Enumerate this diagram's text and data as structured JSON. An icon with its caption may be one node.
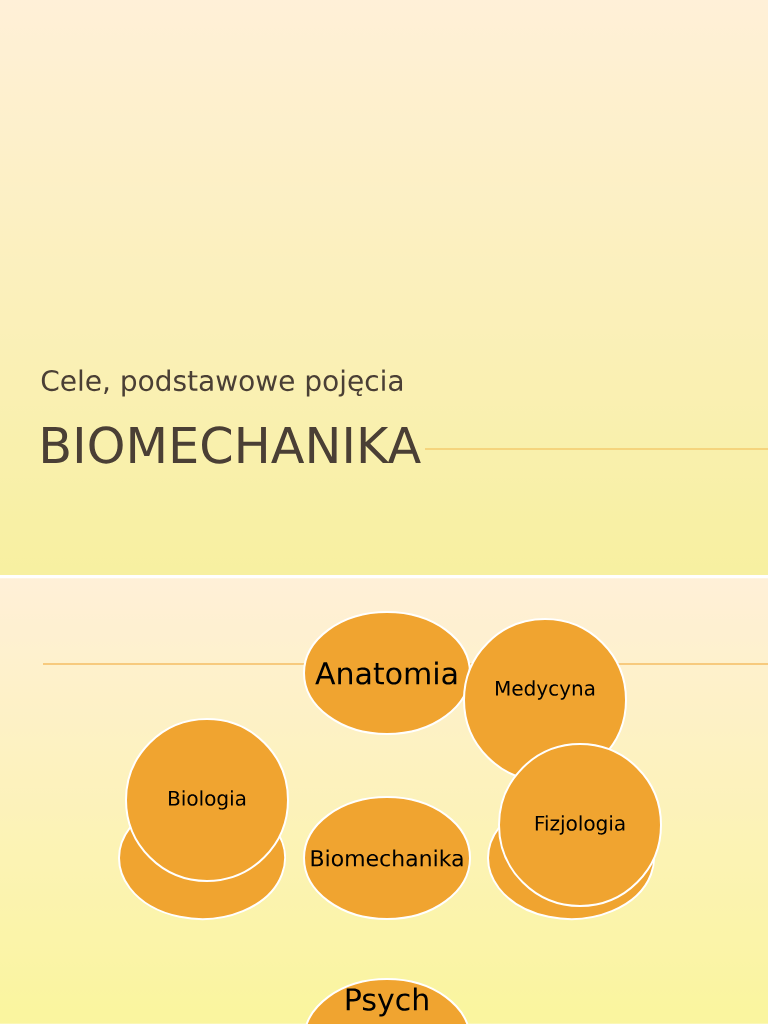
{
  "diagram": {
    "title": "BIOMECHANIKA",
    "nodes": [
      {
        "text": [
          "Anatomia"
        ]
      },
      {
        "text": [
          "Medycyna"
        ]
      },
      {
        "text": [],
        "shape": "ellipse"
      },
      {
        "text": [
          "Biologia"
        ]
      },
      {
        "text": [
          "Biomechanika"
        ]
      },
      {
        "text": [],
        "shape": "ellipse"
      },
      {
        "text": [
          "Fizjologia"
        ]
      },
      {
        "text": [
          "Psych"
        ]
      }
    ],
    "labels": [
      "Cele, podstawowe pojęcia"
    ]
  }
}
